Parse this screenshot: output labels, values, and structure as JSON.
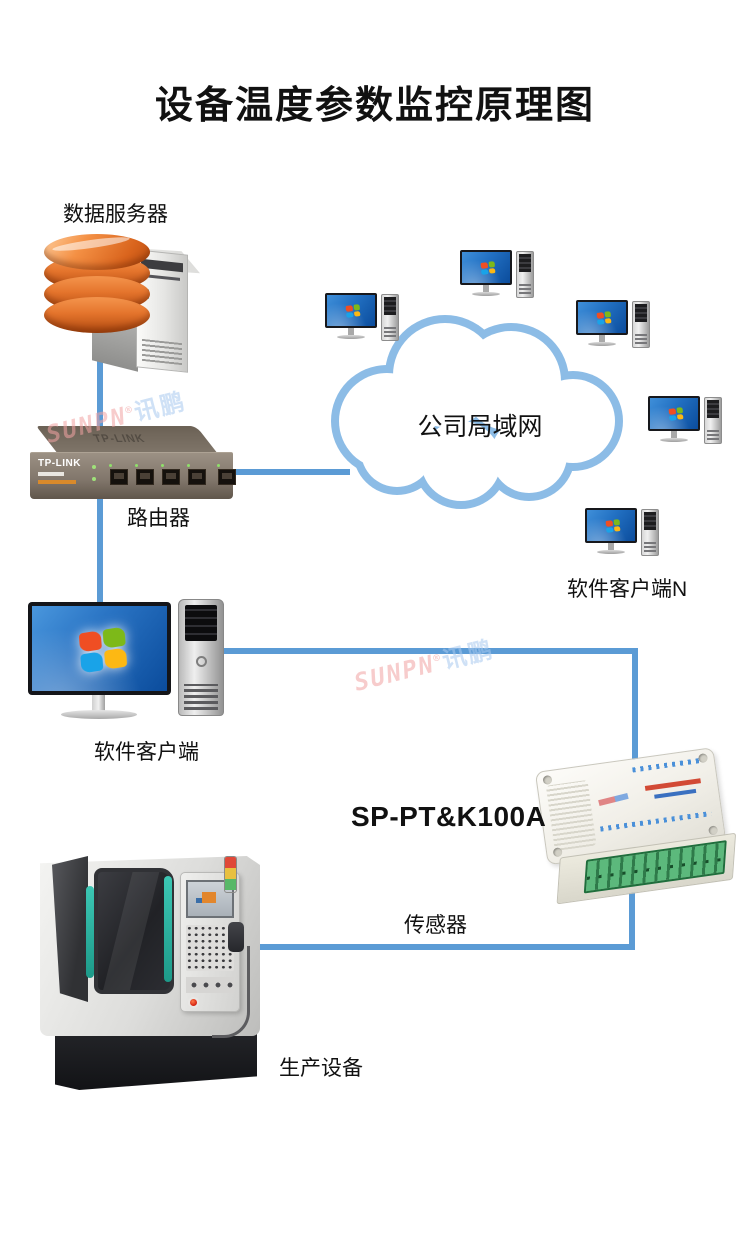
{
  "title": "设备温度参数监控原理图",
  "watermark": {
    "latin": "SUNPN",
    "reg": "®",
    "cn": "讯鹏"
  },
  "nodes": {
    "database_server": {
      "label": "数据服务器"
    },
    "router": {
      "label": "路由器",
      "brand": "TP-LINK"
    },
    "cloud": {
      "label": "公司局域网"
    },
    "client_n": {
      "label": "软件客户端N"
    },
    "client": {
      "label": "软件客户端"
    },
    "sensor_module": {
      "label": "SP-PT&K100A"
    },
    "sensor_link": {
      "label": "传感器"
    },
    "machine": {
      "label": "生产设备"
    }
  },
  "colors": {
    "connection_line": "#5b9bd5",
    "cloud_outline": "#8cbce6",
    "database_orange": "#e4742c",
    "terminal_green": "#3f9e63",
    "title_text": "#111111",
    "watermark_pink": "#f2a3a3",
    "watermark_blue": "#a9c9ef"
  }
}
